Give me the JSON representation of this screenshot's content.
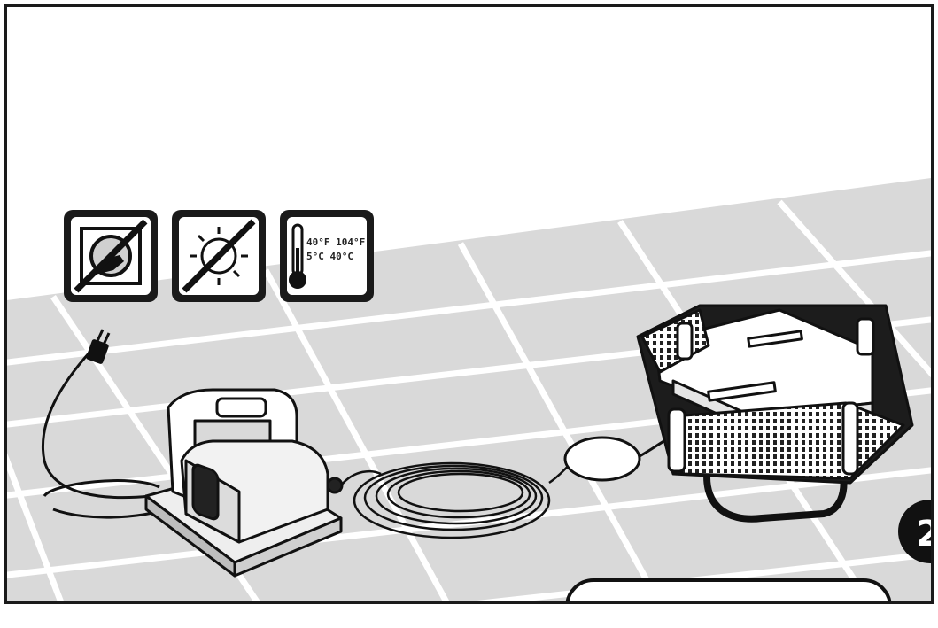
{
  "icons": {
    "no_socket": {
      "name": "no-socket-plug-icon"
    },
    "no_sun": {
      "name": "no-direct-sunlight-icon"
    },
    "temperature": {
      "name": "thermometer-icon",
      "line1": "40°F 104°F",
      "line2": "5°C 40°C"
    }
  },
  "step_number": "2",
  "colors": {
    "floor_tile": "#d9d9d9",
    "grout": "#ffffff",
    "ink": "#111111",
    "frame": "#1a1a1a"
  }
}
